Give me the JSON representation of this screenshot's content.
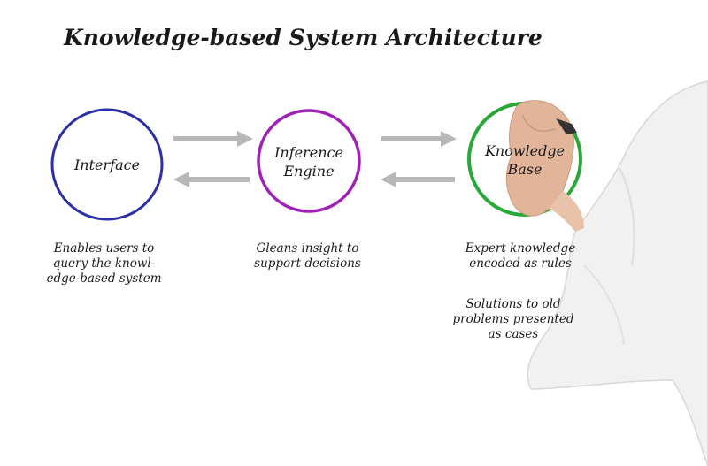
{
  "title": "Knowledge-based System Architecture",
  "nodes": [
    {
      "label": "Interface",
      "color": "#2b2fa8"
    },
    {
      "label_lines": [
        "Inference",
        "Engine"
      ],
      "color": "#a020b8"
    },
    {
      "label_lines": [
        "Knowledge",
        "Base"
      ],
      "color": "#27a838"
    }
  ],
  "descriptions": {
    "interface": [
      "Enables users to",
      "query the knowl-",
      "edge-based system"
    ],
    "inference": [
      "Gleans insight to",
      "support decisions"
    ],
    "knowledge_rules": [
      "Expert knowledge",
      "encoded as rules"
    ],
    "knowledge_cases": [
      "Solutions to old",
      "problems presented",
      "as cases"
    ]
  },
  "colors": {
    "arrow": "#b7b7b7",
    "sleeve": "#f1f1f1",
    "skin": "#e2b59a"
  }
}
